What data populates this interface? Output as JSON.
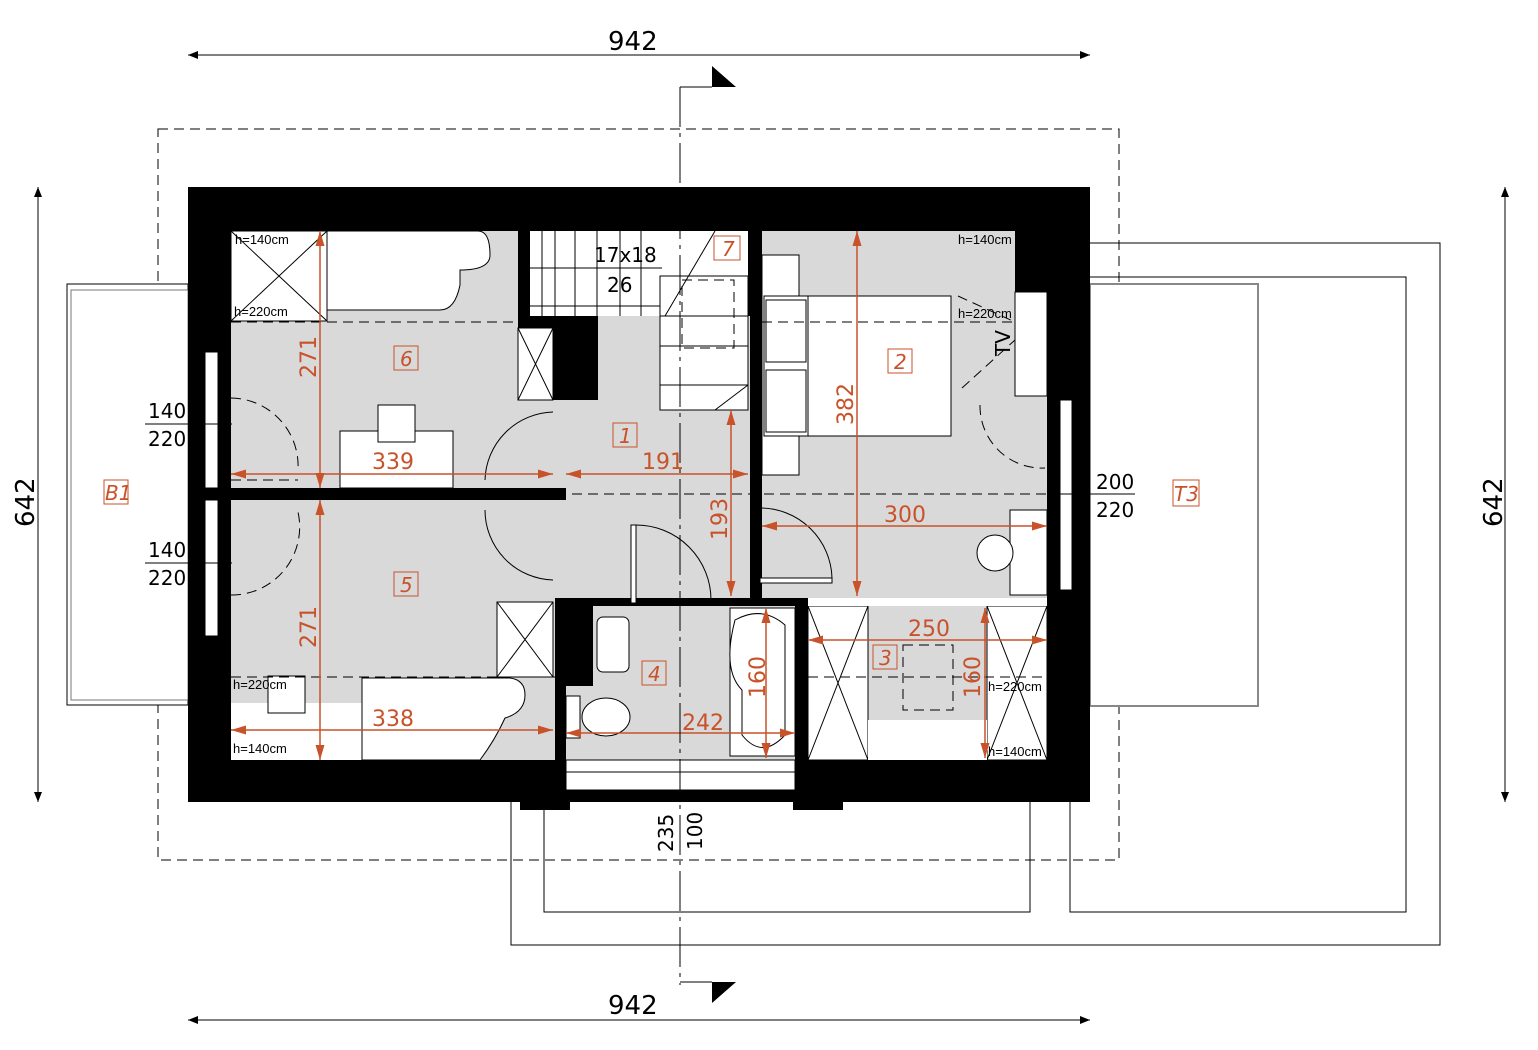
{
  "overall": {
    "width_top": "942",
    "width_bottom": "942",
    "depth_left": "642",
    "depth_right": "642"
  },
  "rooms": [
    {
      "id": "1",
      "dims": [
        "191",
        "193"
      ]
    },
    {
      "id": "2",
      "dims": [
        "382",
        "300"
      ]
    },
    {
      "id": "3",
      "dims": [
        "250",
        "160"
      ]
    },
    {
      "id": "4",
      "dims": [
        "242",
        "160"
      ]
    },
    {
      "id": "5",
      "dims": [
        "271",
        "338"
      ]
    },
    {
      "id": "6",
      "dims": [
        "271",
        "339"
      ]
    },
    {
      "id": "7",
      "dims": []
    }
  ],
  "outdoor": {
    "balcony": "B1",
    "terrace": "T3"
  },
  "stairs": {
    "steps": "17x18",
    "count": "26"
  },
  "heights": {
    "h140": "h=140cm",
    "h220": "h=220cm"
  },
  "windows": {
    "left_top": [
      "140",
      "220"
    ],
    "left_bottom": [
      "140",
      "220"
    ],
    "right": [
      "200",
      "220"
    ],
    "entry": [
      "235",
      "100"
    ]
  },
  "tv_label": "TV",
  "colors": {
    "accent": "#c8522a",
    "floor": "#d9d9d9",
    "wall": "#000000"
  }
}
